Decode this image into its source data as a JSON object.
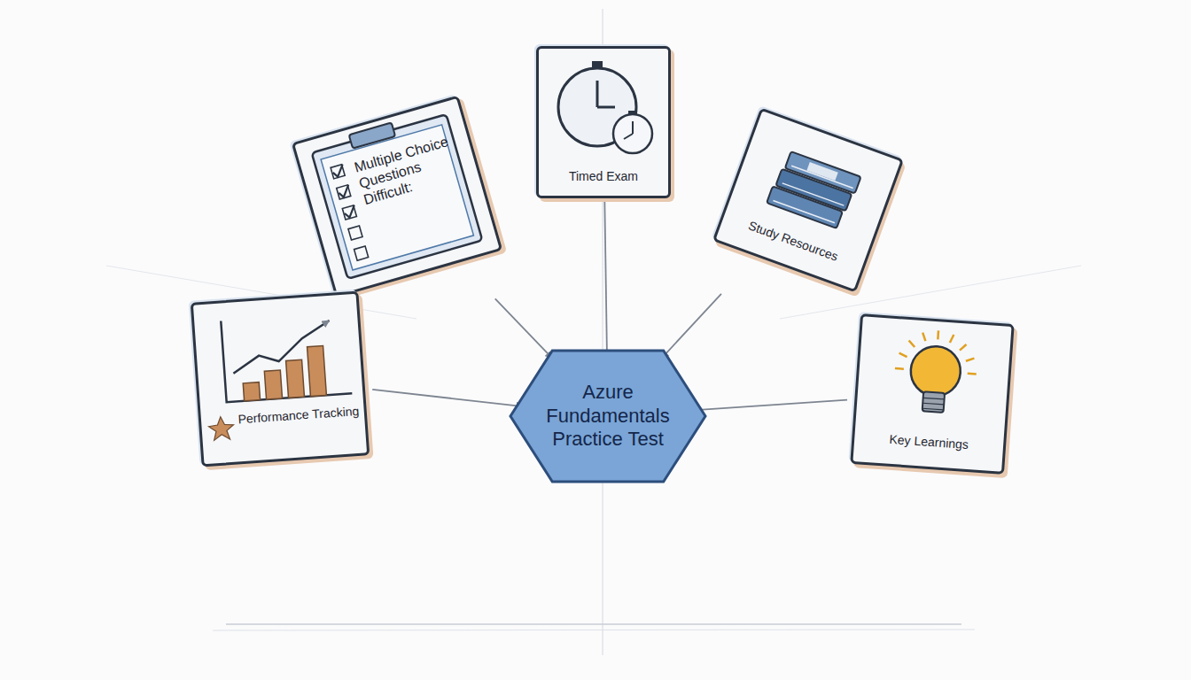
{
  "diagram": {
    "nodes": [
      {
        "text": [
          "Multiple Choice Questions Difficult:"
        ]
      },
      {
        "text": [
          "Timed Exam"
        ]
      },
      {
        "text": [
          "Study Resources"
        ]
      },
      {
        "text": [
          "Performance Tracking"
        ]
      },
      {
        "text": [
          "Azure Fundamentals Practice Test"
        ]
      },
      {
        "text": [
          "Key Learnings"
        ]
      }
    ],
    "edges": [
      {
        "from": 0,
        "to": 4,
        "arrow": "to"
      },
      {
        "from": 1,
        "to": 4,
        "arrow": "to"
      },
      {
        "from": 2,
        "to": 4,
        "arrow": "to"
      },
      {
        "from": 3,
        "to": 4,
        "arrow": "to"
      },
      {
        "from": 5,
        "to": 4,
        "arrow": "to"
      }
    ]
  }
}
